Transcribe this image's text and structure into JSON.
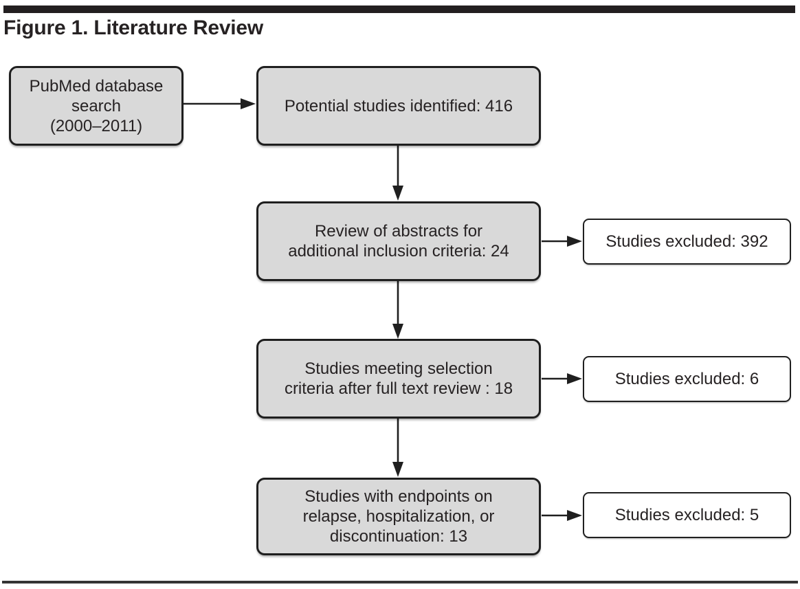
{
  "figure": {
    "title": "Figure 1. Literature Review"
  },
  "flow": {
    "source": "PubMed database\nsearch\n(2000–2011)",
    "identified": "Potential studies identified: 416",
    "abstracts": "Review of abstracts for\nadditional inclusion criteria: 24",
    "fulltext": "Studies meeting selection\ncriteria after full text review : 18",
    "endpoints": "Studies with endpoints on\nrelapse, hospitalization, or\ndiscontinuation: 13",
    "excluded_abstracts": "Studies excluded: 392",
    "excluded_fulltext": "Studies excluded: 6",
    "excluded_endpoints": "Studies excluded: 5"
  },
  "colors": {
    "box_fill": "#d9d9d9",
    "box_border": "#1f1f1f",
    "excluded_fill": "#ffffff",
    "text_color": "#262223",
    "rule_color": "#231f20",
    "line_color": "#1f1f1f"
  }
}
